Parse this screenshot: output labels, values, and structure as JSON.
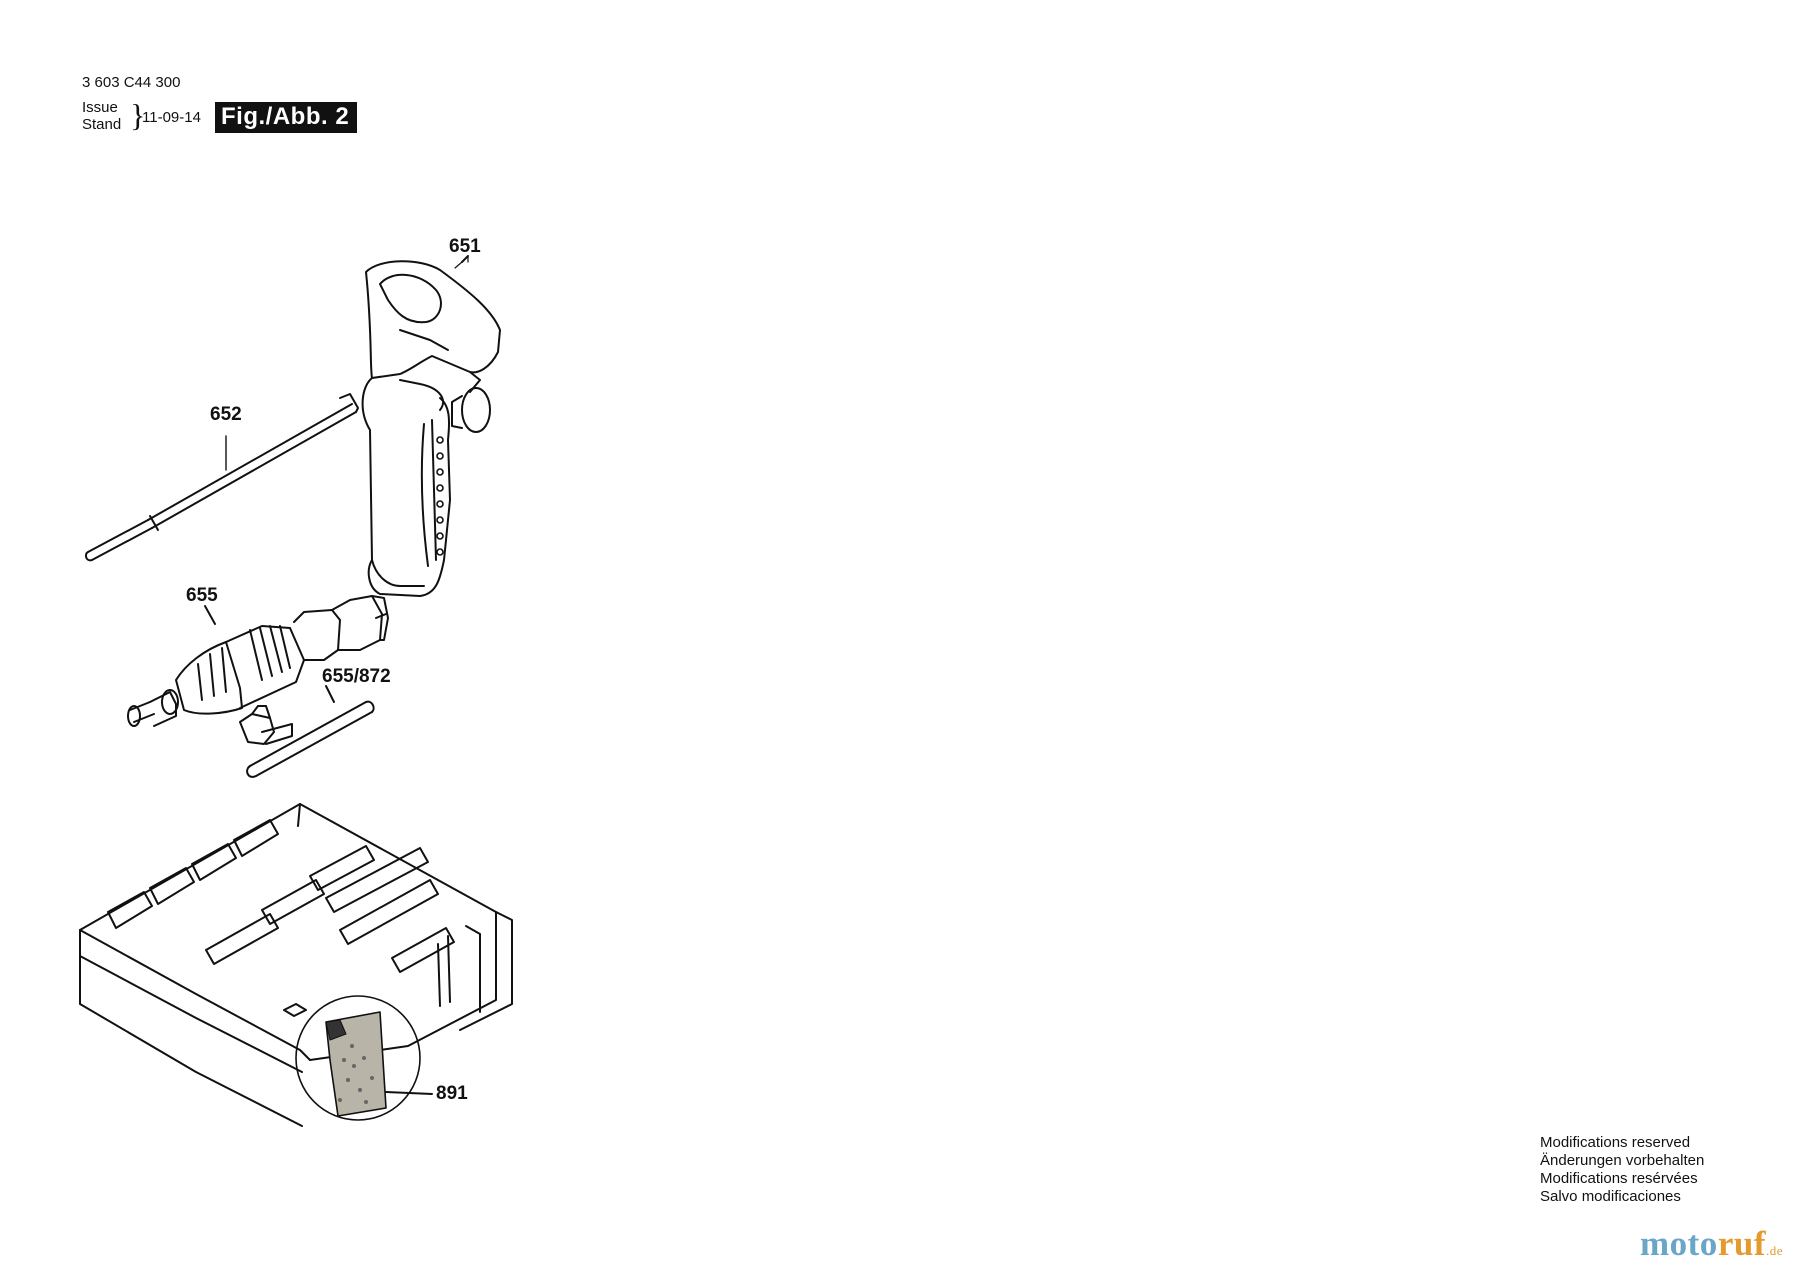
{
  "header": {
    "part_number": "3 603 C44 300",
    "issue_label": "Issue",
    "stand_label": "Stand",
    "brace": "}",
    "date": "11-09-14",
    "figure_label": "Fig./Abb. 2"
  },
  "parts": {
    "p651": "651",
    "p652": "652",
    "p655": "655",
    "p655_872": "655/872",
    "p891": "891"
  },
  "footer": {
    "modifications": [
      "Modifications reserved",
      "Änderungen vorbehalten",
      "Modifications resérvées",
      "Salvo modificaciones"
    ]
  },
  "watermark": {
    "part1": "moto",
    "part2": "ruf",
    "suffix": ".de"
  },
  "colors": {
    "ink": "#111111",
    "watermark_blue": "#6aa6c8",
    "watermark_orange": "#e39a2e",
    "felt": "#b9b4a8"
  }
}
